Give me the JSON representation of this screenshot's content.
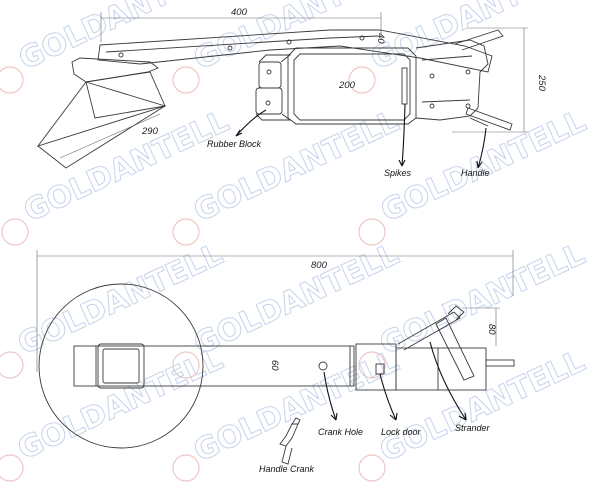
{
  "watermark": {
    "text": "GOLDANTELL"
  },
  "top_view": {
    "dimensions": {
      "length": "400",
      "width": "40",
      "height": "250",
      "inner": "200",
      "diagonal": "290"
    },
    "labels": {
      "rubber_block": "Rubber Block",
      "spikes": "Spikes",
      "handle": "Handle"
    }
  },
  "bottom_view": {
    "dimensions": {
      "overall": "800",
      "bar": "60",
      "strander": "80"
    },
    "labels": {
      "crank_hole": "Crank Hole",
      "lock_door": "Lock door",
      "strander": "Strander",
      "handle_crank": "Handle Crank"
    }
  }
}
